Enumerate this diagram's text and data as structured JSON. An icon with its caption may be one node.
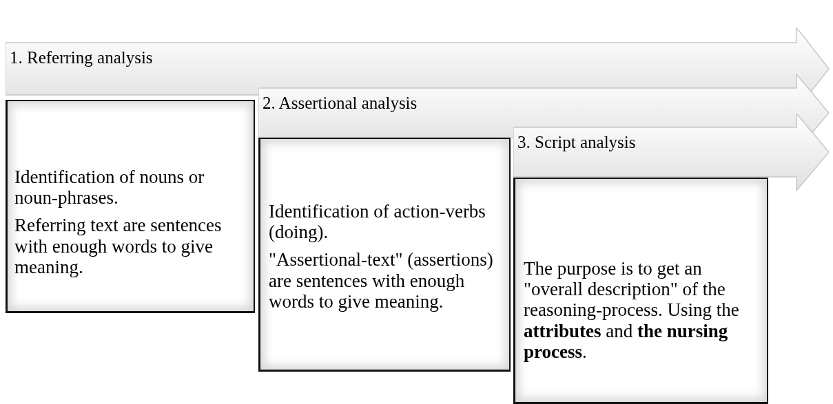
{
  "diagram": {
    "nodes": [
      {
        "text": [
          "1. Referring analysis"
        ]
      },
      {
        "text": [
          "Identification of nouns or noun-phrases.",
          "Referring text are sentences with enough words to give meaning."
        ]
      },
      {
        "text": [
          "2. Assertional analysis"
        ]
      },
      {
        "text": [
          "Identification of action-verbs (doing).",
          "\"Assertional-text\" (assertions) are sentences with enough words to give meaning."
        ]
      },
      {
        "text": [
          "3. Script analysis"
        ]
      },
      {
        "text": [
          "The purpose is to get an \"overall description\" of the reasoning-process. Using the **attributes** and **the nursing process**."
        ]
      }
    ]
  }
}
